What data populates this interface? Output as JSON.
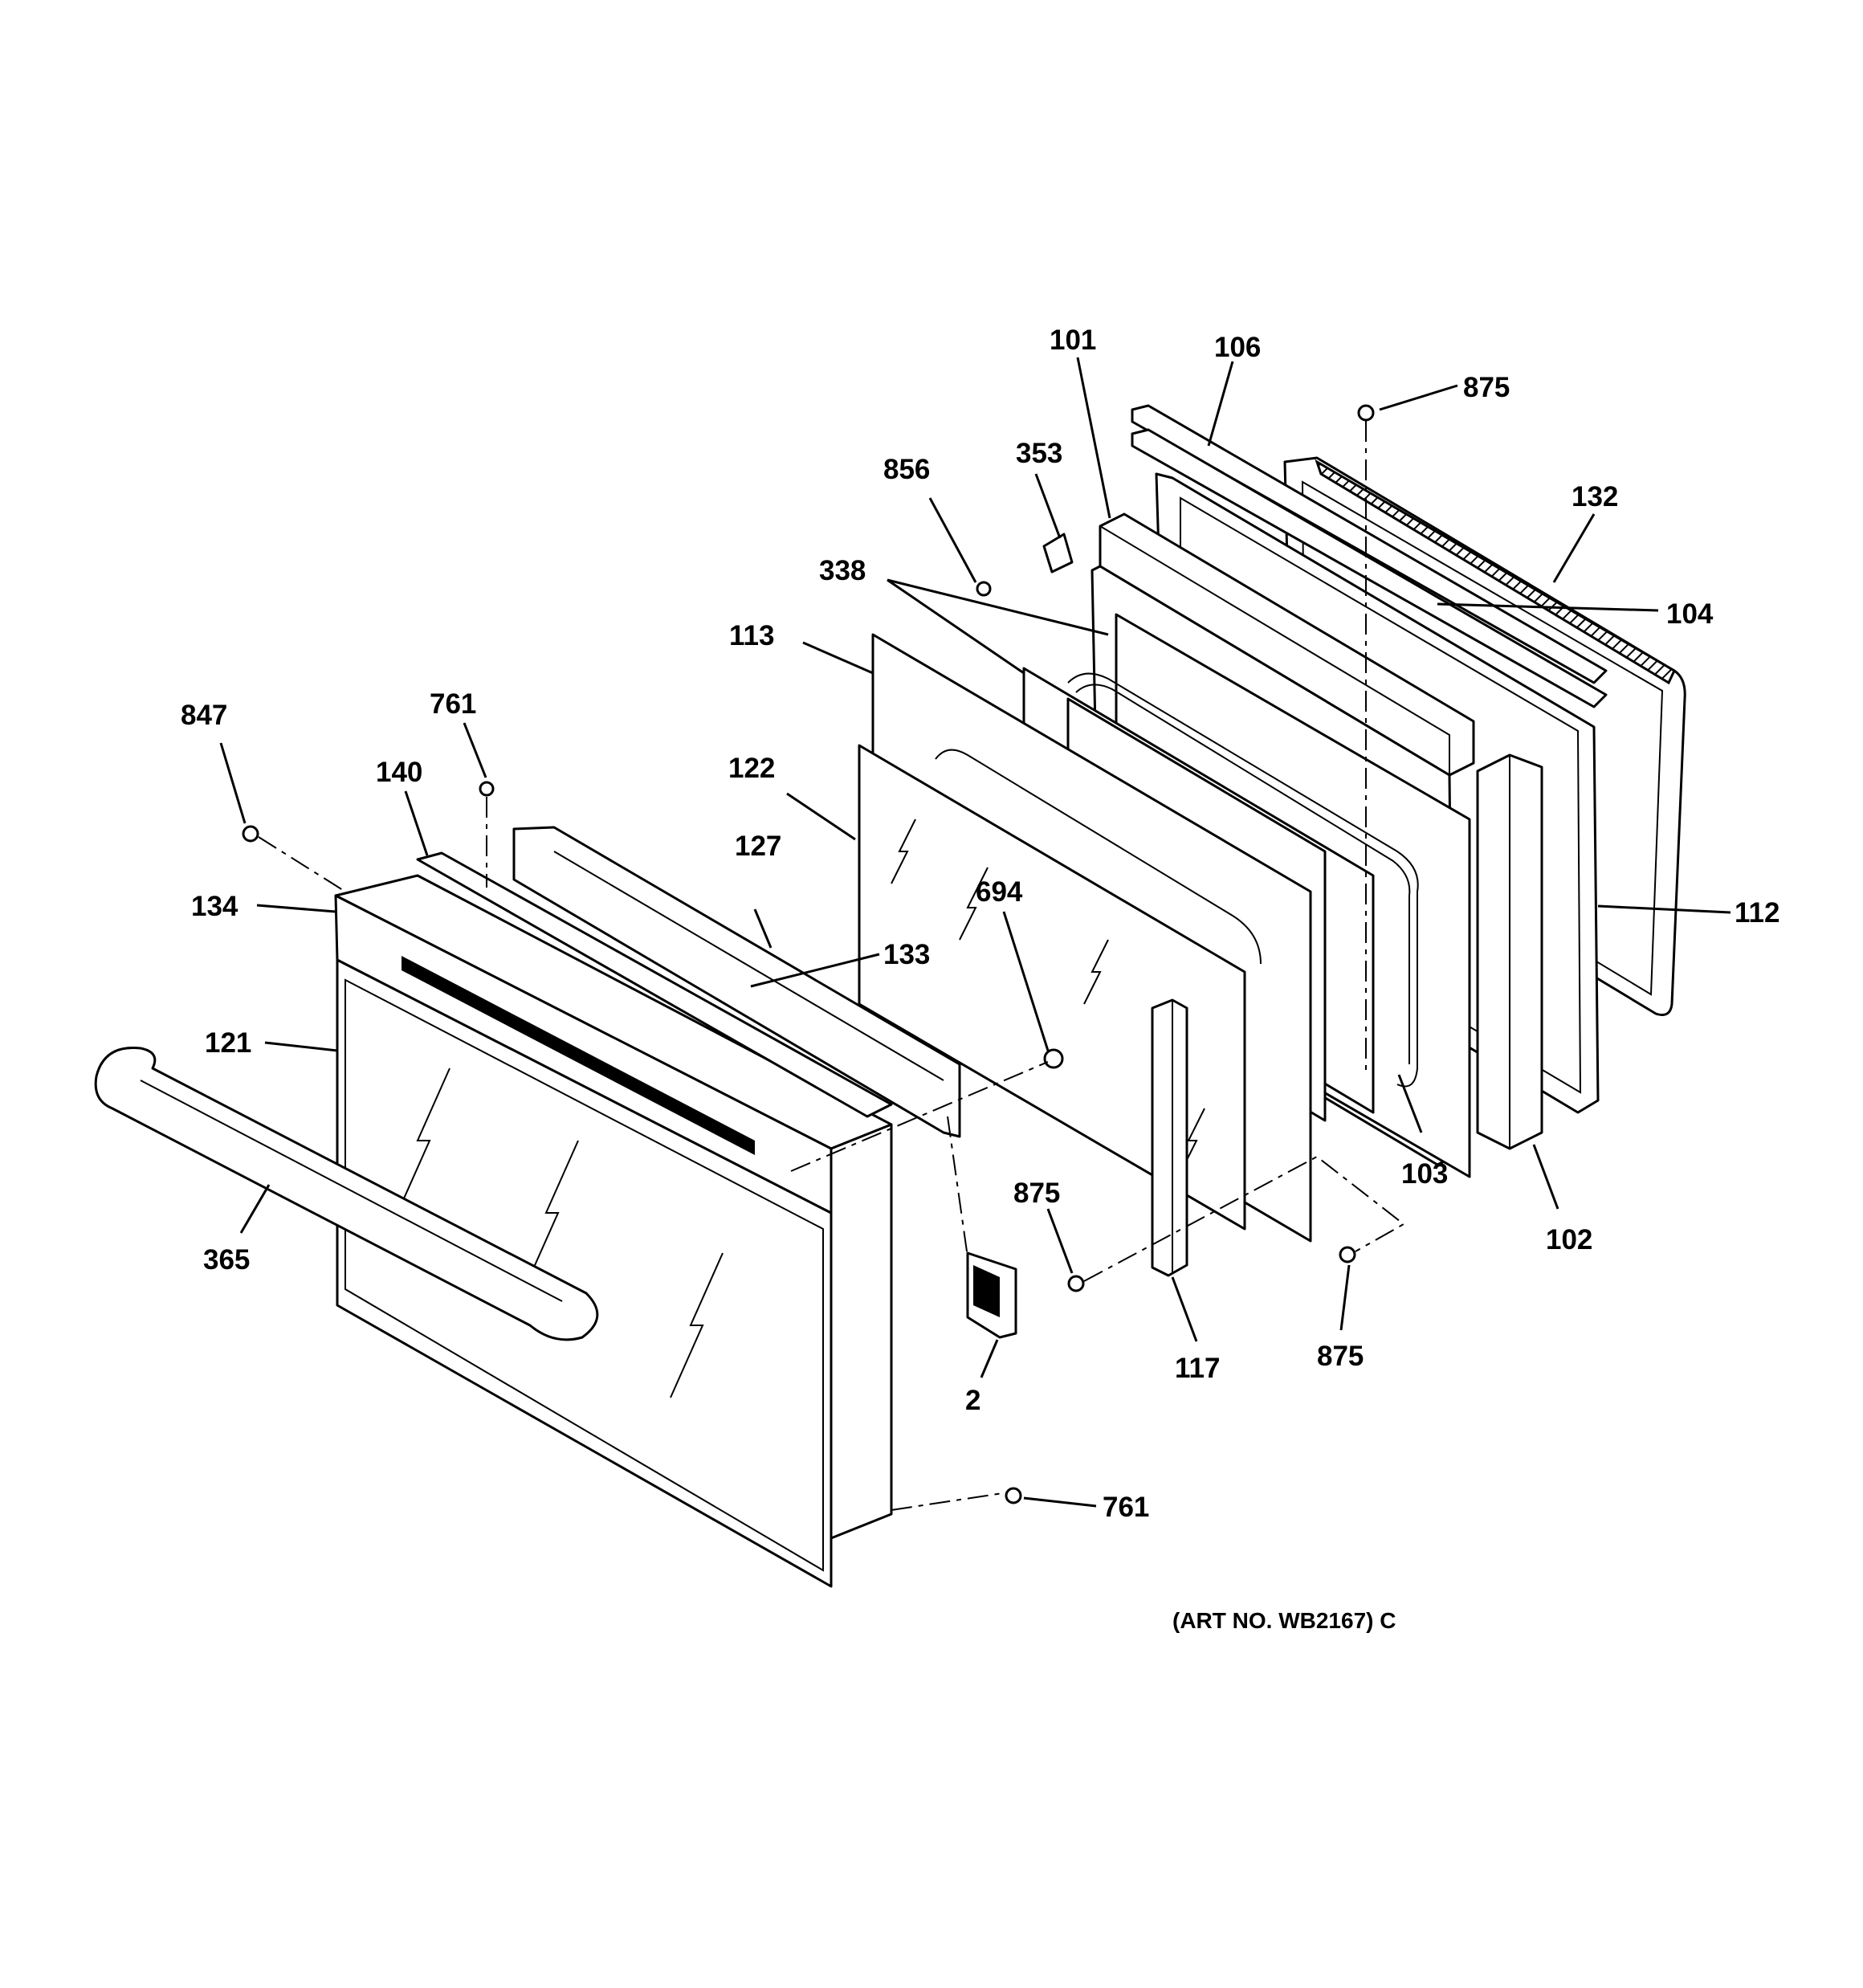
{
  "figure": {
    "art_number": "(ART NO. WB2167) C"
  },
  "callouts": [
    {
      "id": "101",
      "text": "101"
    },
    {
      "id": "106",
      "text": "106"
    },
    {
      "id": "875-top",
      "text": "875"
    },
    {
      "id": "353",
      "text": "353"
    },
    {
      "id": "856",
      "text": "856"
    },
    {
      "id": "132",
      "text": "132"
    },
    {
      "id": "338",
      "text": "338"
    },
    {
      "id": "104",
      "text": "104"
    },
    {
      "id": "113",
      "text": "113"
    },
    {
      "id": "847",
      "text": "847"
    },
    {
      "id": "761-top",
      "text": "761"
    },
    {
      "id": "140",
      "text": "140"
    },
    {
      "id": "122",
      "text": "122"
    },
    {
      "id": "112",
      "text": "112"
    },
    {
      "id": "127",
      "text": "127"
    },
    {
      "id": "694",
      "text": "694"
    },
    {
      "id": "134",
      "text": "134"
    },
    {
      "id": "133",
      "text": "133"
    },
    {
      "id": "121",
      "text": "121"
    },
    {
      "id": "103",
      "text": "103"
    },
    {
      "id": "875-mid",
      "text": "875"
    },
    {
      "id": "102",
      "text": "102"
    },
    {
      "id": "365",
      "text": "365"
    },
    {
      "id": "875-right",
      "text": "875"
    },
    {
      "id": "117",
      "text": "117"
    },
    {
      "id": "2",
      "text": "2"
    },
    {
      "id": "761-bottom",
      "text": "761"
    }
  ]
}
